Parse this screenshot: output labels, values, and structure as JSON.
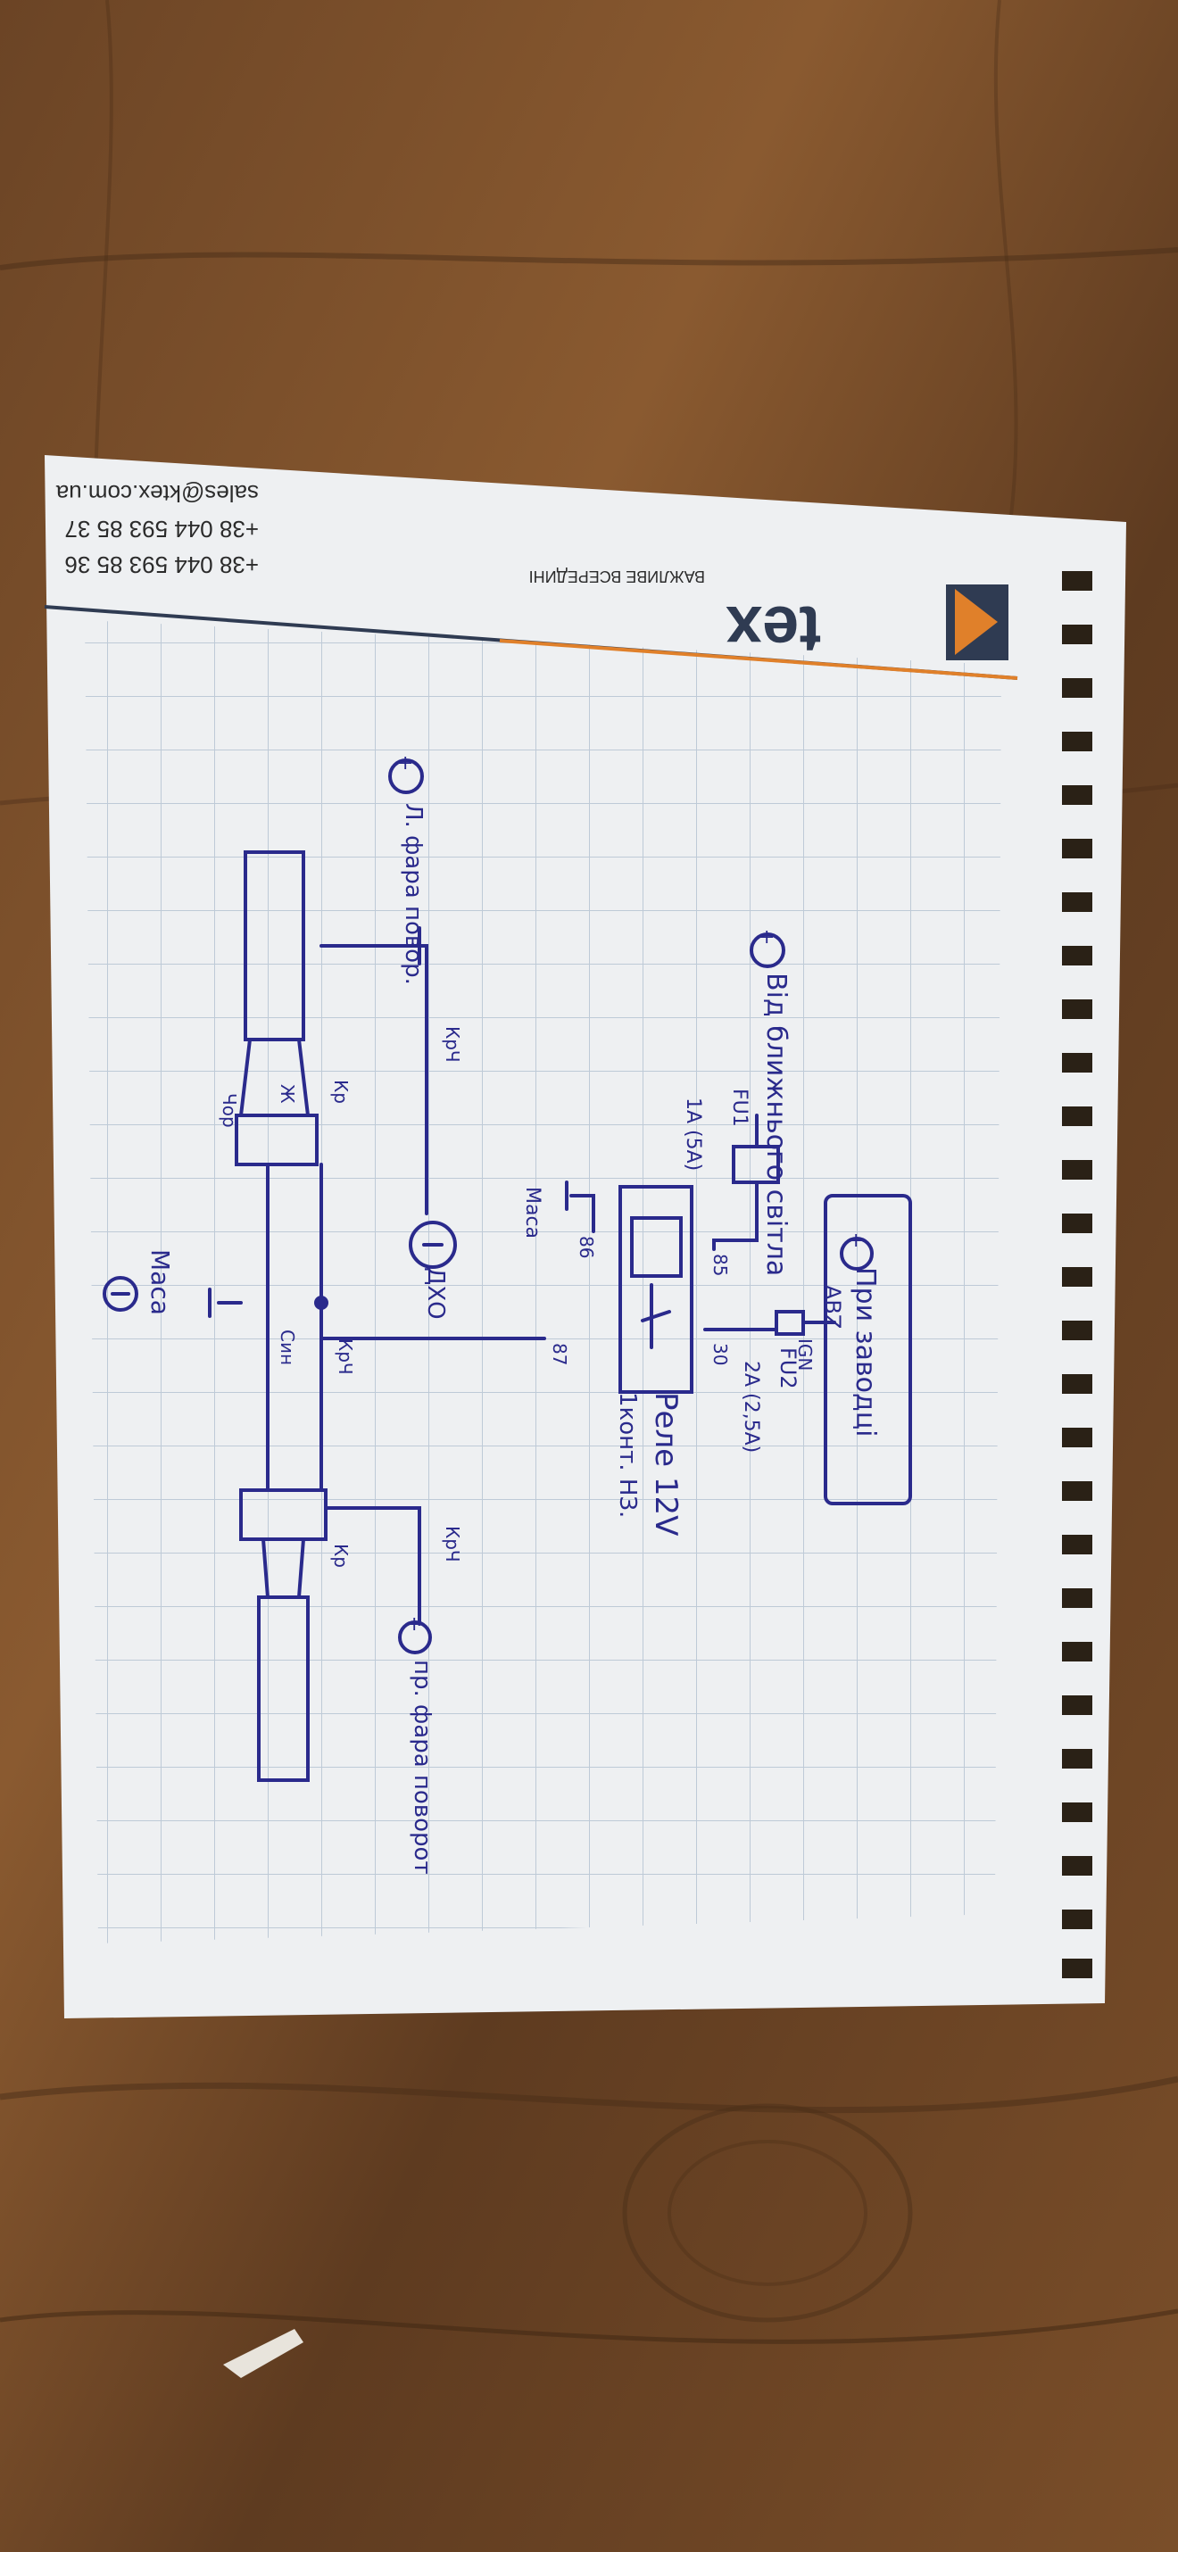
{
  "header": {
    "brand_name": "tex",
    "brand_tagline": "ВАЖЛИВЕ ВСЕРЕДИНІ",
    "phone_1": "+38 044 593 85 36",
    "phone_2": "+38 044 593 85 37",
    "email": "sales@ktex.com.ua"
  },
  "notes": {
    "from_low_beam": "Від ближнього світла",
    "plus": "+",
    "minus": "—",
    "fu1": "FU1",
    "fu1_rating": "1A (5A)",
    "fu2": "FU2",
    "fu2_rating": "2A (2,5A)",
    "on_start": "При заводці",
    "abz": "ABZ",
    "ign": "IGN",
    "pin_85": "85",
    "pin_86": "86",
    "pin_87": "87",
    "pin_30": "30",
    "masa_relay": "Маса",
    "masa_ground": "Маса",
    "relay_label": "Реле 12V",
    "relay_desc": "1конт. НЗ.",
    "dho": "ДХО",
    "left_headlamp": "Л. фара повор.",
    "right_headlamp": "пр. фара поворот",
    "wire_krch": "КрЧ",
    "wire_kr": "Кр",
    "wire_zh": "Ж",
    "wire_chor": "Чор",
    "wire_sin": "Син"
  },
  "colors": {
    "wood_dark": "#4a2e18",
    "wood_light": "#8a5a30",
    "paper": "#eef0f2",
    "grid": "#b9c6d4",
    "ink": "#2a2a8c",
    "logo_orange": "#e0802a",
    "logo_navy": "#2f3b52"
  }
}
